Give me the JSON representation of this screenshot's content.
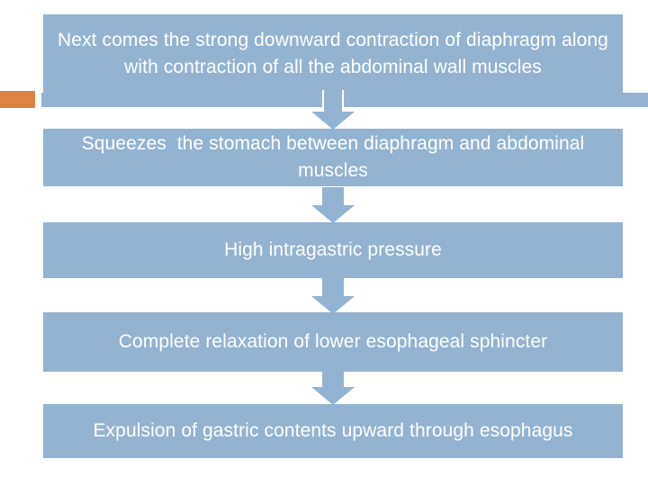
{
  "slide": {
    "type": "process-flow-diagram",
    "topic": "Vomiting reflex sequence",
    "background_color": "#FFFFFF",
    "accent_colors": {
      "box_fill": "#93B3D3",
      "arrow_fill": "#93B3D3",
      "banner_accent": "#DE8244",
      "text": "#FFFFFF"
    }
  },
  "banner": {
    "accent_label": "",
    "strip_label": ""
  },
  "flow": {
    "steps": [
      {
        "id": "step-1",
        "order": 1,
        "text": "Next comes the strong downward contraction of diaphragm along with contraction of all the abdominal wall muscles"
      },
      {
        "id": "step-2",
        "order": 2,
        "text": "Squeezes  the stomach between diaphragm and abdominal muscles"
      },
      {
        "id": "step-3",
        "order": 3,
        "text": "High intragastric pressure"
      },
      {
        "id": "step-4",
        "order": 4,
        "text": "Complete relaxation of lower esophageal sphincter"
      },
      {
        "id": "step-5",
        "order": 5,
        "text": "Expulsion of gastric contents upward through esophagus"
      }
    ],
    "connectors": [
      {
        "id": "arrow-1",
        "from": "step-1",
        "to": "step-2",
        "direction": "down"
      },
      {
        "id": "arrow-2",
        "from": "step-2",
        "to": "step-3",
        "direction": "down"
      },
      {
        "id": "arrow-3",
        "from": "step-3",
        "to": "step-4",
        "direction": "down"
      },
      {
        "id": "arrow-4",
        "from": "step-4",
        "to": "step-5",
        "direction": "down"
      }
    ]
  }
}
